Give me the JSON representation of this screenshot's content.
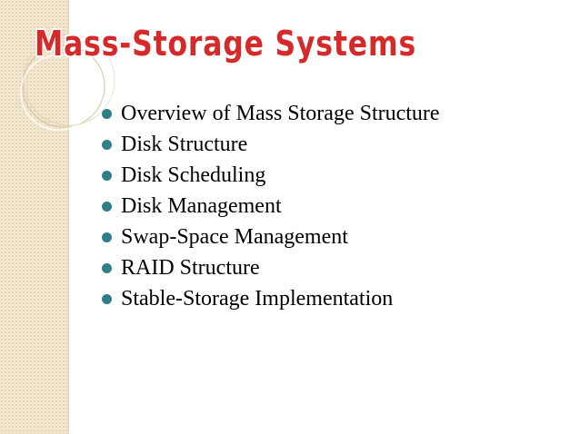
{
  "slide": {
    "title": "Mass-Storage Systems",
    "bullets": [
      "Overview of Mass Storage Structure",
      "Disk Structure",
      "Disk Scheduling",
      "Disk Management",
      "Swap-Space Management",
      "RAID Structure",
      "Stable-Storage Implementation"
    ]
  },
  "colors": {
    "title_fill": "#d62a2a",
    "title_outline": "#ffffff",
    "bullet": "#2f7f88",
    "side_panel": "#f2e6cf"
  },
  "icons": {
    "bullet": "circle-bullet-icon",
    "decoration": "ring-decoration-icon"
  }
}
